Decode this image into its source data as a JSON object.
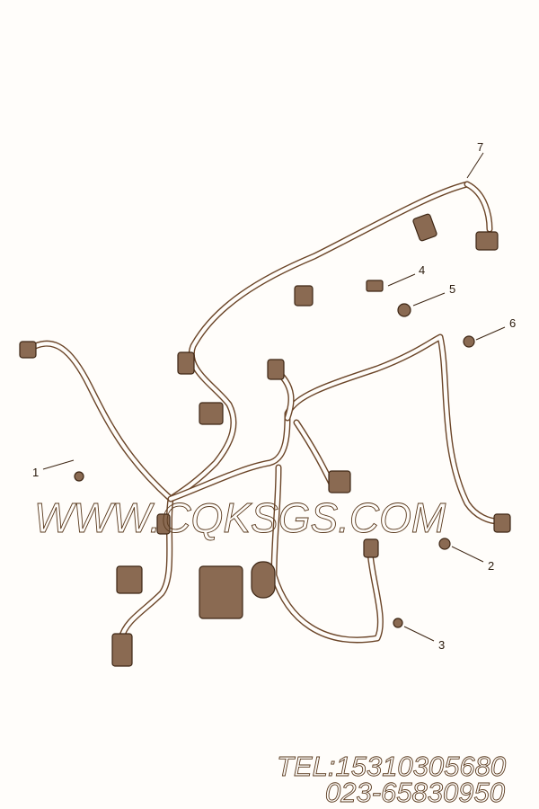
{
  "diagram": {
    "callouts": [
      "1",
      "2",
      "3",
      "4",
      "5",
      "6",
      "7"
    ],
    "line_color": "#6b4528"
  },
  "watermark": {
    "site": "WWW.CQKSGS.COM",
    "tel": "TEL:15310305680",
    "phone": "023-65830950"
  }
}
